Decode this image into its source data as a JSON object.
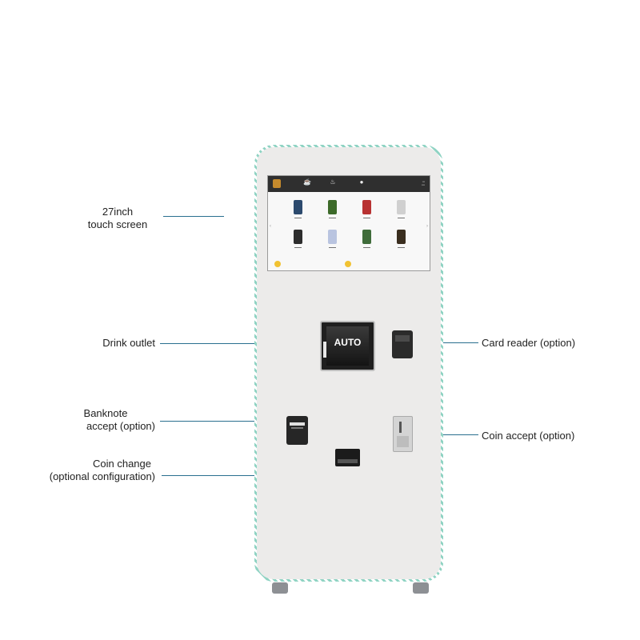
{
  "callouts": {
    "touch_screen": {
      "line1": "27inch",
      "line2": "touch screen"
    },
    "drink_outlet": "Drink outlet",
    "card_reader": "Card reader (option)",
    "banknote": {
      "line1": "Banknote",
      "line2": "accept (option)"
    },
    "coin_accept": "Coin accept (option)",
    "coin_change": {
      "line1": "Coin change",
      "line2": "(optional configuration)"
    }
  },
  "outlet_label": "AUTO",
  "colors": {
    "callout_line": "#2a6f8f",
    "machine_body": "#ecebea",
    "stripe_border": "#8fd3c3"
  },
  "screen_products": [
    {
      "color": "#2c4a6e",
      "icon": "product-jar-icon"
    },
    {
      "color": "#3d6b2a",
      "icon": "product-jar-icon"
    },
    {
      "color": "#b83232",
      "icon": "product-jar-icon"
    },
    {
      "color": "#d0d0d0",
      "icon": "product-jar-icon"
    },
    {
      "color": "#2d2d2d",
      "icon": "product-jar-icon"
    },
    {
      "color": "#b9c4e0",
      "icon": "product-jar-icon"
    },
    {
      "color": "#3f6c3a",
      "icon": "product-jar-icon"
    },
    {
      "color": "#3a2e1f",
      "icon": "product-jar-icon"
    }
  ]
}
